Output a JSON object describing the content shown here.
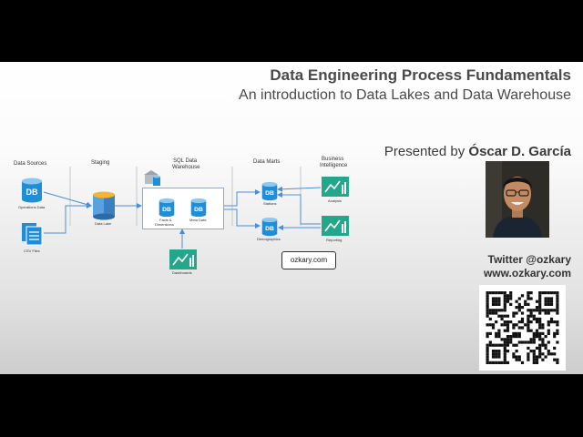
{
  "slide": {
    "title": "Data Engineering Process Fundamentals",
    "subtitle": "An introduction to Data Lakes and Data Warehouse",
    "presenter_prefix": "Presented by ",
    "presenter_name": "Óscar D. García",
    "twitter": "Twitter @ozkary",
    "website": "www.ozkary.com"
  },
  "diagram": {
    "sections": {
      "sources": "Data Sources",
      "staging": "Staging",
      "dw_line1": "SQL Data",
      "dw_line2": "Warehouse",
      "marts": "Data Marts",
      "bi_line1": "Business",
      "bi_line2": "Intelligence"
    },
    "nodes": {
      "operations_data": "Operations Data",
      "csv_files": "CSV Files",
      "data_lake": "Data Lake",
      "facts_line1": "Facts &",
      "facts_line2": "Dimensions",
      "meta_data": "Meta Data",
      "stations": "Stations",
      "demographics": "Demographics",
      "analysis": "Analysis",
      "reporting": "Reporting",
      "dashboards": "Dashboards"
    },
    "db_text": "DB",
    "ozkary_box": "ozkary.com"
  },
  "colors": {
    "db_blue": "#1f8ed6",
    "bi_green": "#23a78a",
    "arrow": "#4a8fd6"
  },
  "icons": [
    "database-icon",
    "file-icon",
    "data-lake-icon",
    "warehouse-icon",
    "chart-icon",
    "qr-code",
    "presenter-photo"
  ]
}
